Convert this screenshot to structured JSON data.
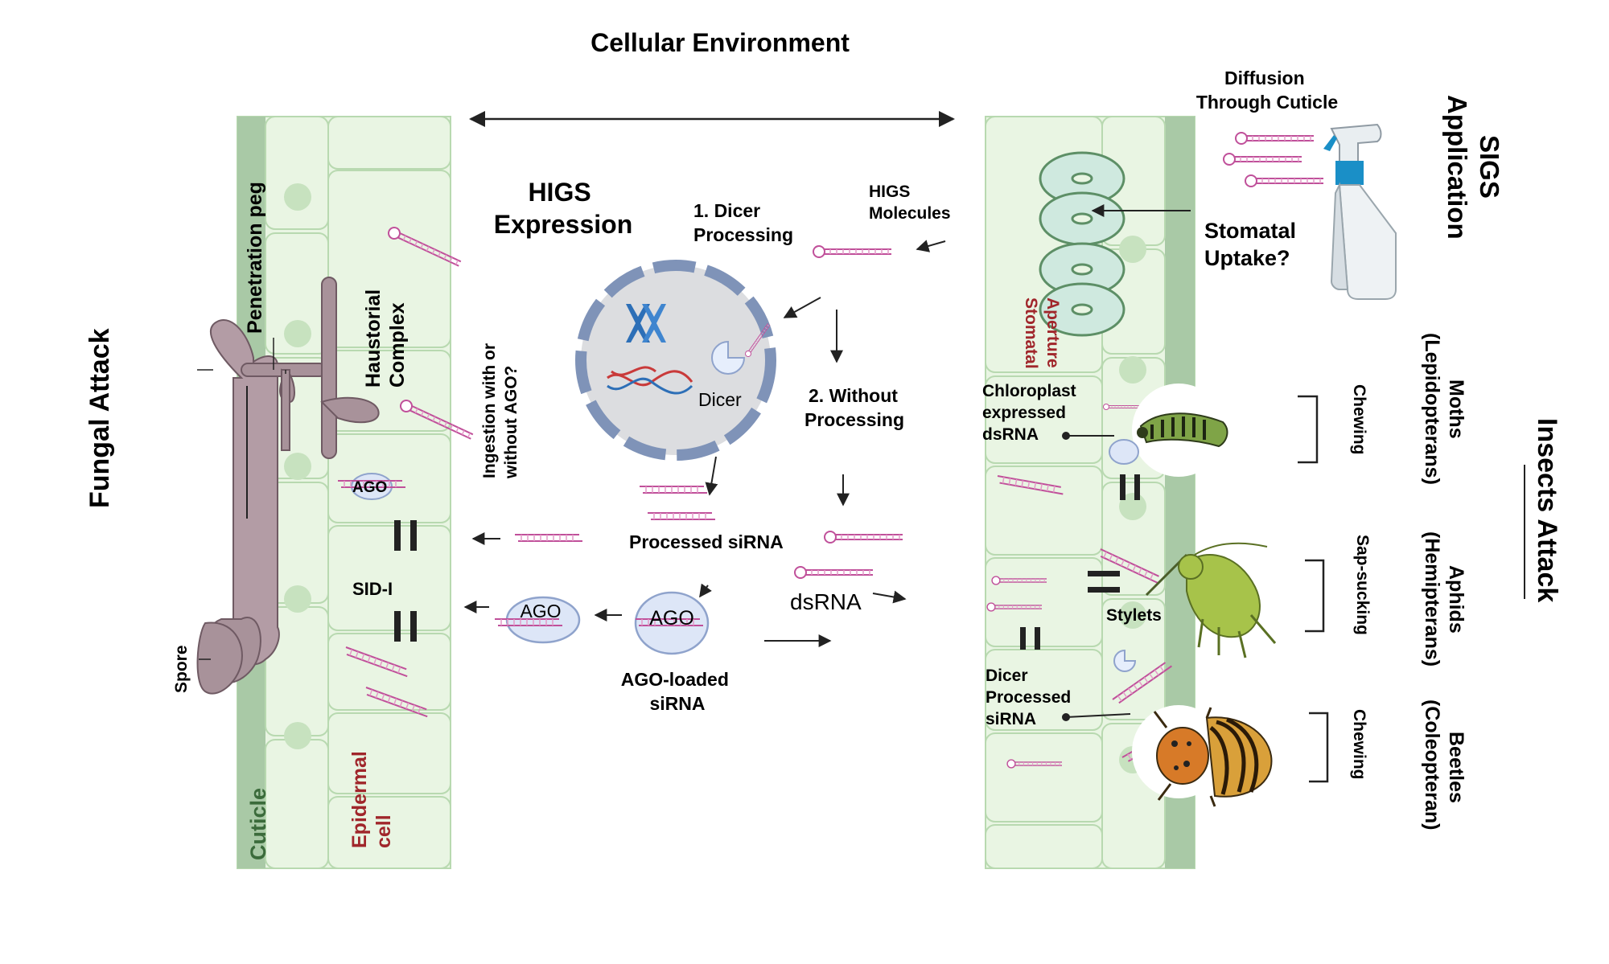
{
  "title": "Cellular Environment",
  "left_panel": {
    "side_label": "Fungal Attack",
    "penetration_peg": "Penetration peg",
    "haustorial_complex": [
      "Haustorial",
      "Complex"
    ],
    "ago": "AGO",
    "sid": "SID-I",
    "spore": "Spore",
    "cuticle": "Cuticle",
    "epidermal_cell": [
      "Epidermal",
      "cell"
    ]
  },
  "center": {
    "higs_expression": [
      "HIGS",
      "Expression"
    ],
    "dicer_processing": [
      "1.  Dicer",
      "Processing"
    ],
    "higs_molecules": [
      "HIGS",
      "Molecules"
    ],
    "dicer": "Dicer",
    "without_processing": [
      "2. Without",
      "Processing"
    ],
    "ingestion": [
      "Ingestion with or",
      "without AGO?"
    ],
    "processed_sirna": "Processed siRNA",
    "dsrna": "dsRNA",
    "ago_label": "AGO",
    "ago_loaded": [
      "AGO-loaded",
      "siRNA"
    ]
  },
  "right_panel": {
    "diffusion": [
      "Diffusion",
      "Through Cuticle"
    ],
    "sigs_application": [
      "SIGS",
      "Application"
    ],
    "stomatal_aperture": [
      "Stomatal",
      "Aperture"
    ],
    "stomatal_uptake": [
      "Stomatal",
      "Uptake?"
    ],
    "chloroplast": [
      "Chloroplast",
      "expressed",
      "dsRNA"
    ],
    "stylets": "Stylets",
    "dicer_processed": [
      "Dicer",
      "Processed",
      "siRNA"
    ]
  },
  "insects": {
    "side_label": "Insects Attack",
    "groups": [
      {
        "feeding": "Chewing",
        "name": [
          "Moths",
          "(Lepidopterans)"
        ]
      },
      {
        "feeding": "Sap-sucking",
        "name": [
          "Aphids",
          "(Hemipterans)"
        ]
      },
      {
        "feeding": "Chewing",
        "name": [
          "Beetles",
          "(Coleopteran)"
        ]
      }
    ]
  },
  "colors": {
    "cuticle": "#a9c9a6",
    "cell_fill": "#e9f5e3",
    "cell_stroke": "#b8d9b0",
    "rna": "#c0509a",
    "fungus": "#a8929a",
    "label_red": "#a0262b",
    "label_green": "#3b6b3b"
  }
}
